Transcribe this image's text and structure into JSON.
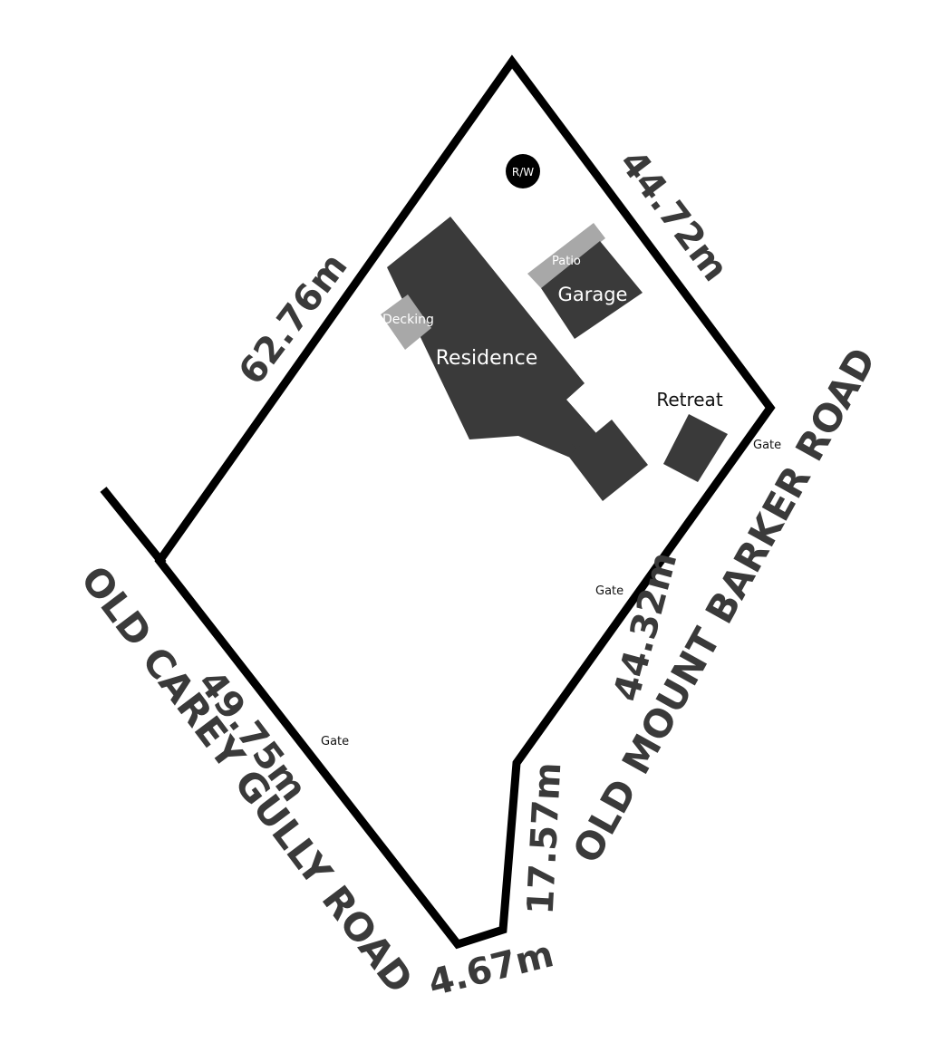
{
  "dimensions": {
    "top_left": "62.76m",
    "top_right": "44.72m",
    "right": "44.32m",
    "bottom_left": "49.75m",
    "bottom_right": "17.57m",
    "bottom": "4.67m"
  },
  "roads": {
    "left": "OLD CAREY GULLY ROAD",
    "right": "OLD MOUNT BARKER ROAD"
  },
  "buildings": {
    "residence": "Residence",
    "garage": "Garage",
    "retreat": "Retreat",
    "patio": "Patio",
    "decking": "Decking",
    "rw": "R/W"
  },
  "gates": {
    "right_top": "Gate",
    "right_mid": "Gate",
    "left": "Gate"
  },
  "colors": {
    "boundary": "#000000",
    "building": "#3a3a3a",
    "deck": "#a8a8a8",
    "text": "#3a3a3a"
  }
}
